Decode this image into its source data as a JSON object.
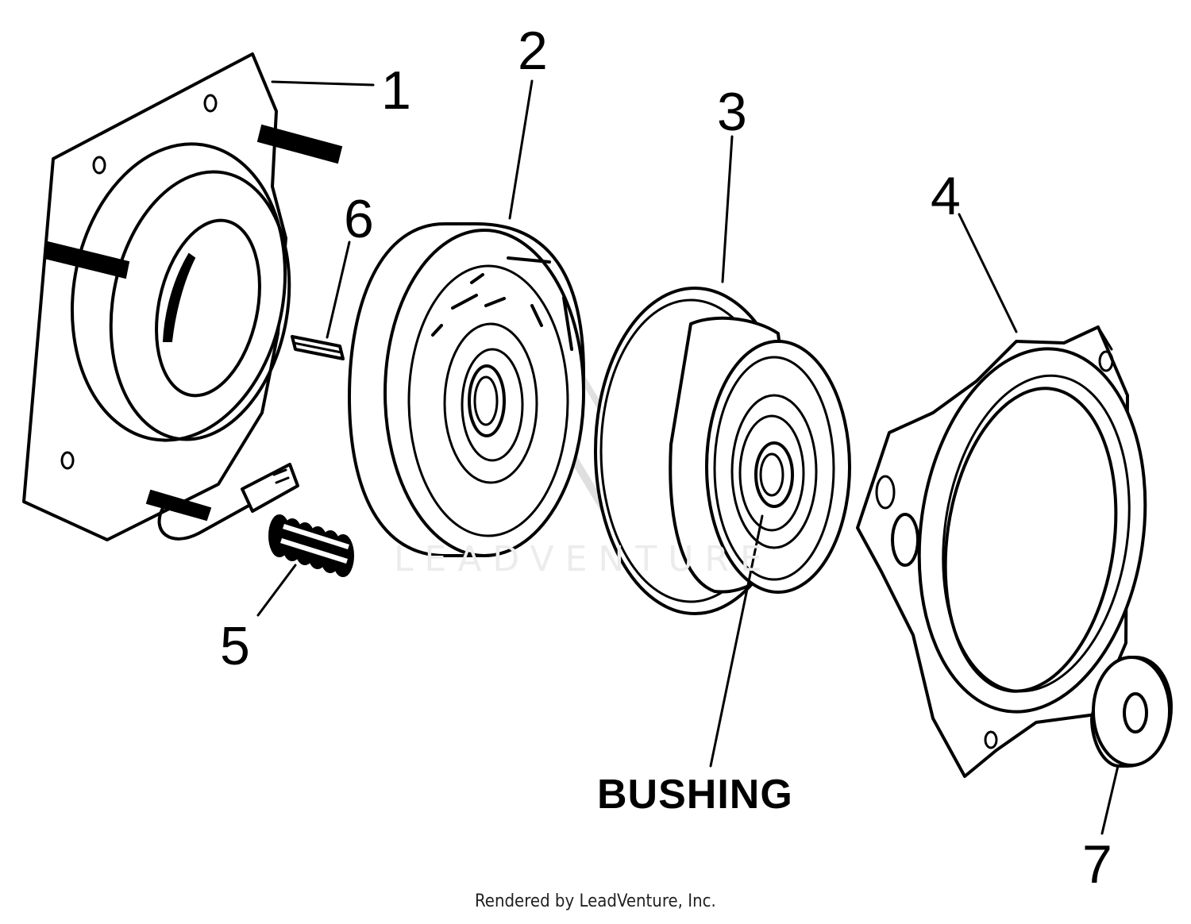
{
  "diagram": {
    "callouts": [
      "1",
      "2",
      "3",
      "4",
      "5",
      "6",
      "7"
    ],
    "part_label": "BUSHING",
    "watermark": "LEADVENTURE",
    "credit": "Rendered by LeadVenture, Inc."
  }
}
